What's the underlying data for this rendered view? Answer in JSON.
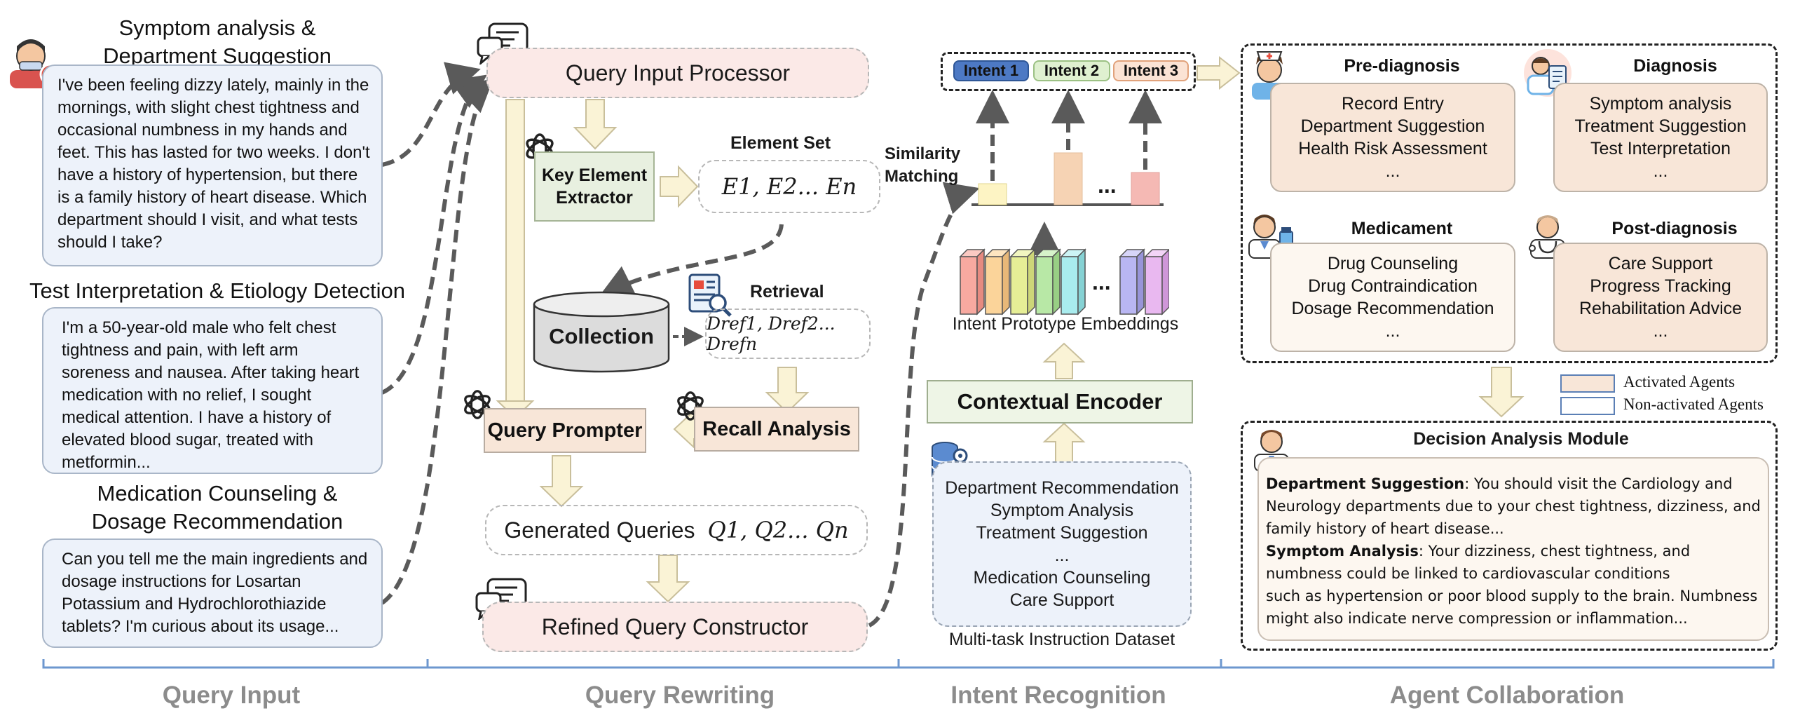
{
  "query_input": {
    "items": [
      {
        "title": "Symptom analysis & Department Suggestion",
        "text": "I've been feeling dizzy lately, mainly in the mornings, with slight chest tightness and occasional numbness in my hands and feet. This has lasted for two weeks. I don't have a history of hypertension, but there is a family history of heart disease. Which department should I visit, and what tests should I take?"
      },
      {
        "title": "Test Interpretation & Etiology Detection",
        "text": "I'm a 50-year-old male who felt chest tightness and pain, with left arm soreness and nausea. After taking heart medication with no relief, I sought medical attention. I have a history of elevated blood sugar, treated with metformin..."
      },
      {
        "title": "Medication Counseling & Dosage Recommendation",
        "text": "Can you tell me the main ingredients and dosage instructions for Losartan Potassium and Hydrochlorothiazide tablets? I'm curious about its usage..."
      }
    ]
  },
  "query_rewriting": {
    "input_processor": "Query Input Processor",
    "key_element_extractor": "Key Element Extractor",
    "element_set_label": "Element Set",
    "element_set_formula": "E1, E2... En",
    "collection": "Collection",
    "retrieval_label": "Retrieval",
    "retrieval_formula": "Dref1, Dref2... Drefn",
    "recall_analysis": "Recall Analysis",
    "query_prompter": "Query Prompter",
    "generated_queries_label": "Generated Queries",
    "generated_queries_formula": "Q1, Q2... Qn",
    "refined_constructor": "Refined Query Constructor"
  },
  "intent_recognition": {
    "intents": [
      "Intent 1",
      "Intent 2",
      "Intent 3"
    ],
    "similarity_matching": "Similarity Matching",
    "ellipsis": "...",
    "prototype_embeddings": "Intent Prototype Embeddings",
    "contextual_encoder": "Contextual Encoder",
    "dataset_items": [
      "Department Recommendation",
      "Symptom Analysis",
      "Treatment Suggestion",
      "...",
      "Medication Counseling",
      "Care Support"
    ],
    "dataset_label": "Multi-task Instruction Dataset"
  },
  "agent_collaboration": {
    "agents": [
      {
        "title": "Pre-diagnosis",
        "items": [
          "Record Entry",
          "Department Suggestion",
          "Health Risk Assessment",
          "..."
        ]
      },
      {
        "title": "Diagnosis",
        "items": [
          "Symptom analysis",
          "Treatment Suggestion",
          "Test Interpretation",
          "..."
        ]
      },
      {
        "title": "Medicament",
        "items": [
          "Drug Counseling",
          "Drug Contraindication",
          "Dosage Recommendation",
          "..."
        ]
      },
      {
        "title": "Post-diagnosis",
        "items": [
          "Care Support",
          "Progress Tracking",
          "Rehabilitation Advice",
          "..."
        ]
      }
    ],
    "legend": {
      "activated": "Activated Agents",
      "non_activated": "Non-activated Agents"
    },
    "decision_module": {
      "title": "Decision Analysis Module",
      "dept_label": "Department Suggestion",
      "dept_text": ": You should visit the Cardiology and Neurology departments due to your chest tightness, dizziness, and family history of heart disease...",
      "symptom_label": "Symptom Analysis",
      "symptom_text_1": ": Your dizziness, chest tightness, and numbness could be linked to cardiovascular conditions",
      "symptom_text_2": "such as hypertension or poor blood supply to the brain. Numbness might also indicate nerve compression or inflammation..."
    }
  },
  "sections": [
    "Query Input",
    "Query Rewriting",
    "Intent Recognition",
    "Agent Collaboration"
  ],
  "colors": {
    "query_card_bg": "#edf2fa",
    "processor_bg": "#fbe9e7",
    "extractor_bg": "#e8f0e0",
    "prompter_bg": "#f8e6d8",
    "activated_bg": "#f8e6d8",
    "non_activated_bg": "#fdf7f0",
    "intent1": "#4d79c4",
    "intent2": "#dff0d0",
    "intent3": "#fbe3d4",
    "section_text": "#8c8c8c",
    "bracket": "#6d97cf"
  }
}
